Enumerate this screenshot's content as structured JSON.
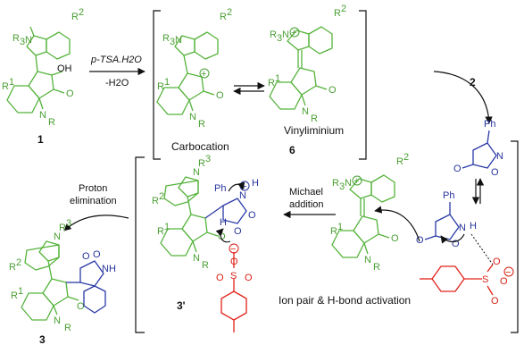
{
  "reagents": {
    "step1_top": "p-TSA.H2O",
    "step1_bottom": "-H2O",
    "step2": "2",
    "michael_line1": "Michael",
    "michael_line2": "addition",
    "proton_line1": "Proton",
    "proton_line2": "elimination"
  },
  "captions": {
    "carbocation": "Carbocation",
    "vinyliminium": "Vinyliminium",
    "ion_pair": "Ion pair & H-bond activation"
  },
  "compound_numbers": {
    "c1": "1",
    "c6": "6",
    "c2": "2",
    "c3": "3",
    "c3prime": "3'"
  },
  "atoms": {
    "N": "N",
    "O": "O",
    "OH": "OH",
    "NH": "NH",
    "H": "H",
    "S": "S",
    "Ph": "Ph",
    "R": "R",
    "R1": "R",
    "R2": "R",
    "R3": "R",
    "sup1": "1",
    "sup2": "2",
    "sup3": "3",
    "plus": "+",
    "minus": "−"
  },
  "colors": {
    "indole_scaffold": "#55b33b",
    "pyrazolone": "#2a3aa6",
    "tosylate": "#e2231a",
    "text": "#111111"
  }
}
